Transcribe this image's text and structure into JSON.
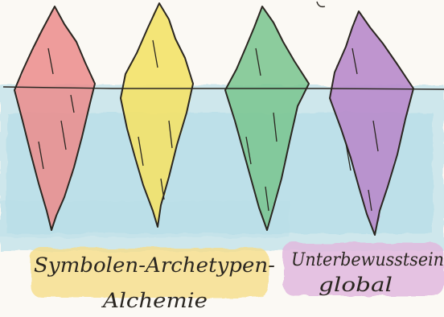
{
  "artwork": {
    "caption_line1_left": "Symbolen-Archetypen-",
    "caption_line1_right": "Unterbewusstsein",
    "caption_line2_left": "Alchemie",
    "caption_line2_right": "global",
    "colors": {
      "paper": "#fbf9f4",
      "water": "#a9d8e6",
      "red": "#ec8c8c",
      "yellow": "#f4e36a",
      "green": "#79c58f",
      "purple": "#b98bcc",
      "highlight_yellow": "#f6dd8a",
      "highlight_purple": "#e2b8de",
      "ink": "#2a2620"
    }
  }
}
